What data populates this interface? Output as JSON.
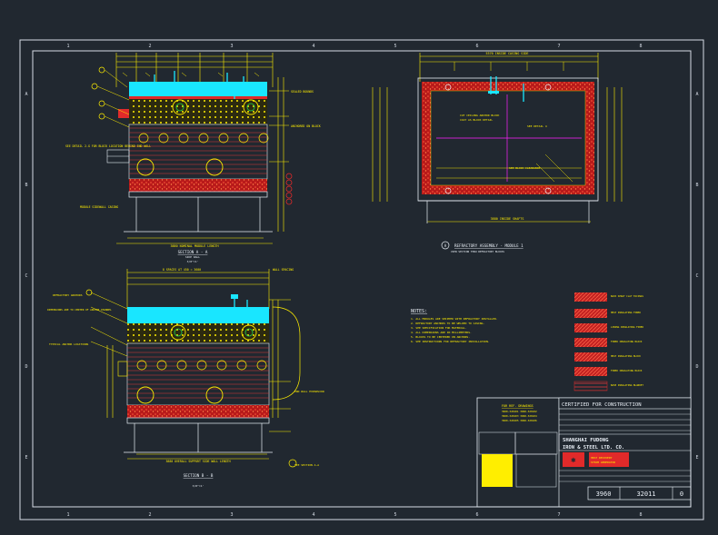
{
  "canvas": {
    "background": "#212830"
  },
  "colors": {
    "frame": "#d7dde6",
    "cad_white": "#e8eef5",
    "cyan": "#19e6ff",
    "yellow": "#ffee00",
    "red": "#e12a2a",
    "magenta": "#ff20ff",
    "green": "#21d14d",
    "dark": "#212830"
  },
  "border": {
    "column_numbers": [
      "1",
      "2",
      "3",
      "4",
      "5",
      "6",
      "7",
      "8"
    ],
    "row_letters": [
      "A",
      "B",
      "C",
      "D",
      "E"
    ]
  },
  "views": {
    "section_aa": {
      "title": "SECTION A - A",
      "scale": "3/8\"=1'",
      "width_dim": "3880 NOMINAL MODULE LENGTH",
      "side_wall": "SIDE WALL",
      "note_left": "SEE DETAIL 2-G FOR BLOCK LOCATION BEHIND END WALL",
      "note_bottom": "MODULE SIDEWALL CASING",
      "note_right_1": "SEALED BOUNDS",
      "note_right_2": "ANCHORED ON BLOCK"
    },
    "refractory": {
      "title": "REFRACTORY ASSEMBLY - MODULE 1",
      "subtitle": "VIEW SECTION THRU REFRACTORY BLOCKS",
      "top_dim": "5370 INSIDE CASING SIDE",
      "bottom_dim": "3880 INSIDE SHAFTS",
      "callout_1": "CUT CEILING ANCHOR BLOCK",
      "callout_2": "CAST AS BLOCK DETAIL",
      "callout_3": "SEE DETAIL 4",
      "callout_4": "SEE BLOCK CLEARANCE",
      "section_marker": "A"
    },
    "section_bb": {
      "title": "SECTION B - B",
      "scale": "3/8\"=1'",
      "top_dim": "8 SPACES AT 450 = 3600",
      "wall_spacing": "WALL SPACING",
      "bottom_dim": "3880 OVERALL SUPPORT SIDE WALL LENGTH",
      "note_1": "REFRACTORY ANCHORS",
      "note_2": "DIMENSIONS ARE TO CENTER OF ANCHOR CHANNEL",
      "note_3": "TYPICAL ANCHOR LOCATIONS",
      "note_4": "END WALL EXPANSION",
      "note_5": "SEE SECTION A-A"
    }
  },
  "notes": {
    "heading": "NOTES:",
    "items": [
      "1. ALL MODULES ARE SHIPPED WITH REFRACTORY INSTALLED.",
      "2. REFRACTORY ANCHORS TO BE WELDED TO CASING.",
      "3. SEE SPECIFICATION FOR MATERIAL.",
      "4. ALL DIMENSIONS ARE IN MILLIMETERS.",
      "5. BLOCKS TO BE CENTERED ON ANCHORS.",
      "6. SEE INSTRUCTIONS FOR REFRACTORY INSTALLATION."
    ]
  },
  "legend": {
    "items": [
      "BACK SPRAY CLAY FACINGS",
      "HEAT INSULATING FIBER",
      "LINING INSULATING FIBER",
      "FIBER INSULATING BLOCK",
      "HEAT INSULATING BLOCK",
      "FIBER INSULATING BLOCK",
      "BASE INSULATING BLANKET"
    ]
  },
  "ref_drawings": {
    "heading": "FOR REF. DRAWINGS",
    "rows": [
      "3960-320101  3960-320102",
      "3960-320103  3960-320104",
      "3960-320105  3960-320106"
    ]
  },
  "title_block": {
    "certified": "CERTIFIED FOR CONSTRUCTION",
    "company_line_1": "SHANGHAI FUDONG",
    "company_line_2": "IRON & STEEL LTD. CO.",
    "red_box_line_1": "HEAT RECOVERY",
    "red_box_line_2": "STEAM GENERATOR",
    "drawing_job": "3960",
    "drawing_number": "32011",
    "revision": "0"
  }
}
